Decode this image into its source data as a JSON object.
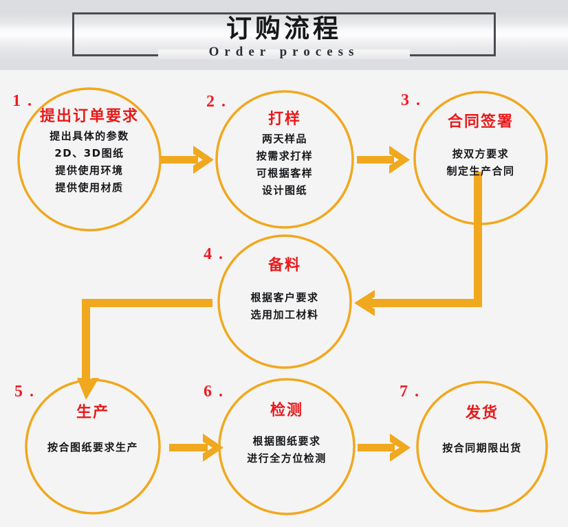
{
  "header": {
    "title_zh": "订购流程",
    "title_en": "Order process"
  },
  "colors": {
    "arrow": "#F0A81E",
    "circle_stroke": "#F0A81E",
    "step_title": "#E8191B",
    "step_number": "#EE1C24",
    "body_text": "#16171A",
    "header_frame": "#4A4C52",
    "background": "#F4F4F4"
  },
  "steps": [
    {
      "number": "1 .",
      "title": "提出订单要求",
      "lines": [
        "提出具体的参数",
        "2D、3D图纸",
        "提供使用环境",
        "提供使用材质"
      ]
    },
    {
      "number": "2 .",
      "title": "打样",
      "lines": [
        "两天样品",
        "按需求打样",
        "可根据客样",
        "设计图纸"
      ]
    },
    {
      "number": "3 .",
      "title": "合同签署",
      "lines": [
        "按双方要求",
        "制定生产合同"
      ]
    },
    {
      "number": "4 .",
      "title": "备料",
      "lines": [
        "根据客户要求",
        "选用加工材料"
      ]
    },
    {
      "number": "5 .",
      "title": "生产",
      "lines": [
        "按合图纸要求生产"
      ]
    },
    {
      "number": "6 .",
      "title": "检测",
      "lines": [
        "根据图纸要求",
        "进行全方位检测"
      ]
    },
    {
      "number": "7 .",
      "title": "发货",
      "lines": [
        "按合同期限出货"
      ]
    }
  ],
  "connectors": [
    {
      "name": "step1-to-step2",
      "kind": "arrow-right"
    },
    {
      "name": "step2-to-step3",
      "kind": "arrow-right"
    },
    {
      "name": "step3-to-step4",
      "kind": "elbow-down-left"
    },
    {
      "name": "step4-to-step5",
      "kind": "elbow-left-down"
    },
    {
      "name": "step5-to-step6",
      "kind": "arrow-right"
    },
    {
      "name": "step6-to-step7",
      "kind": "arrow-right"
    }
  ]
}
